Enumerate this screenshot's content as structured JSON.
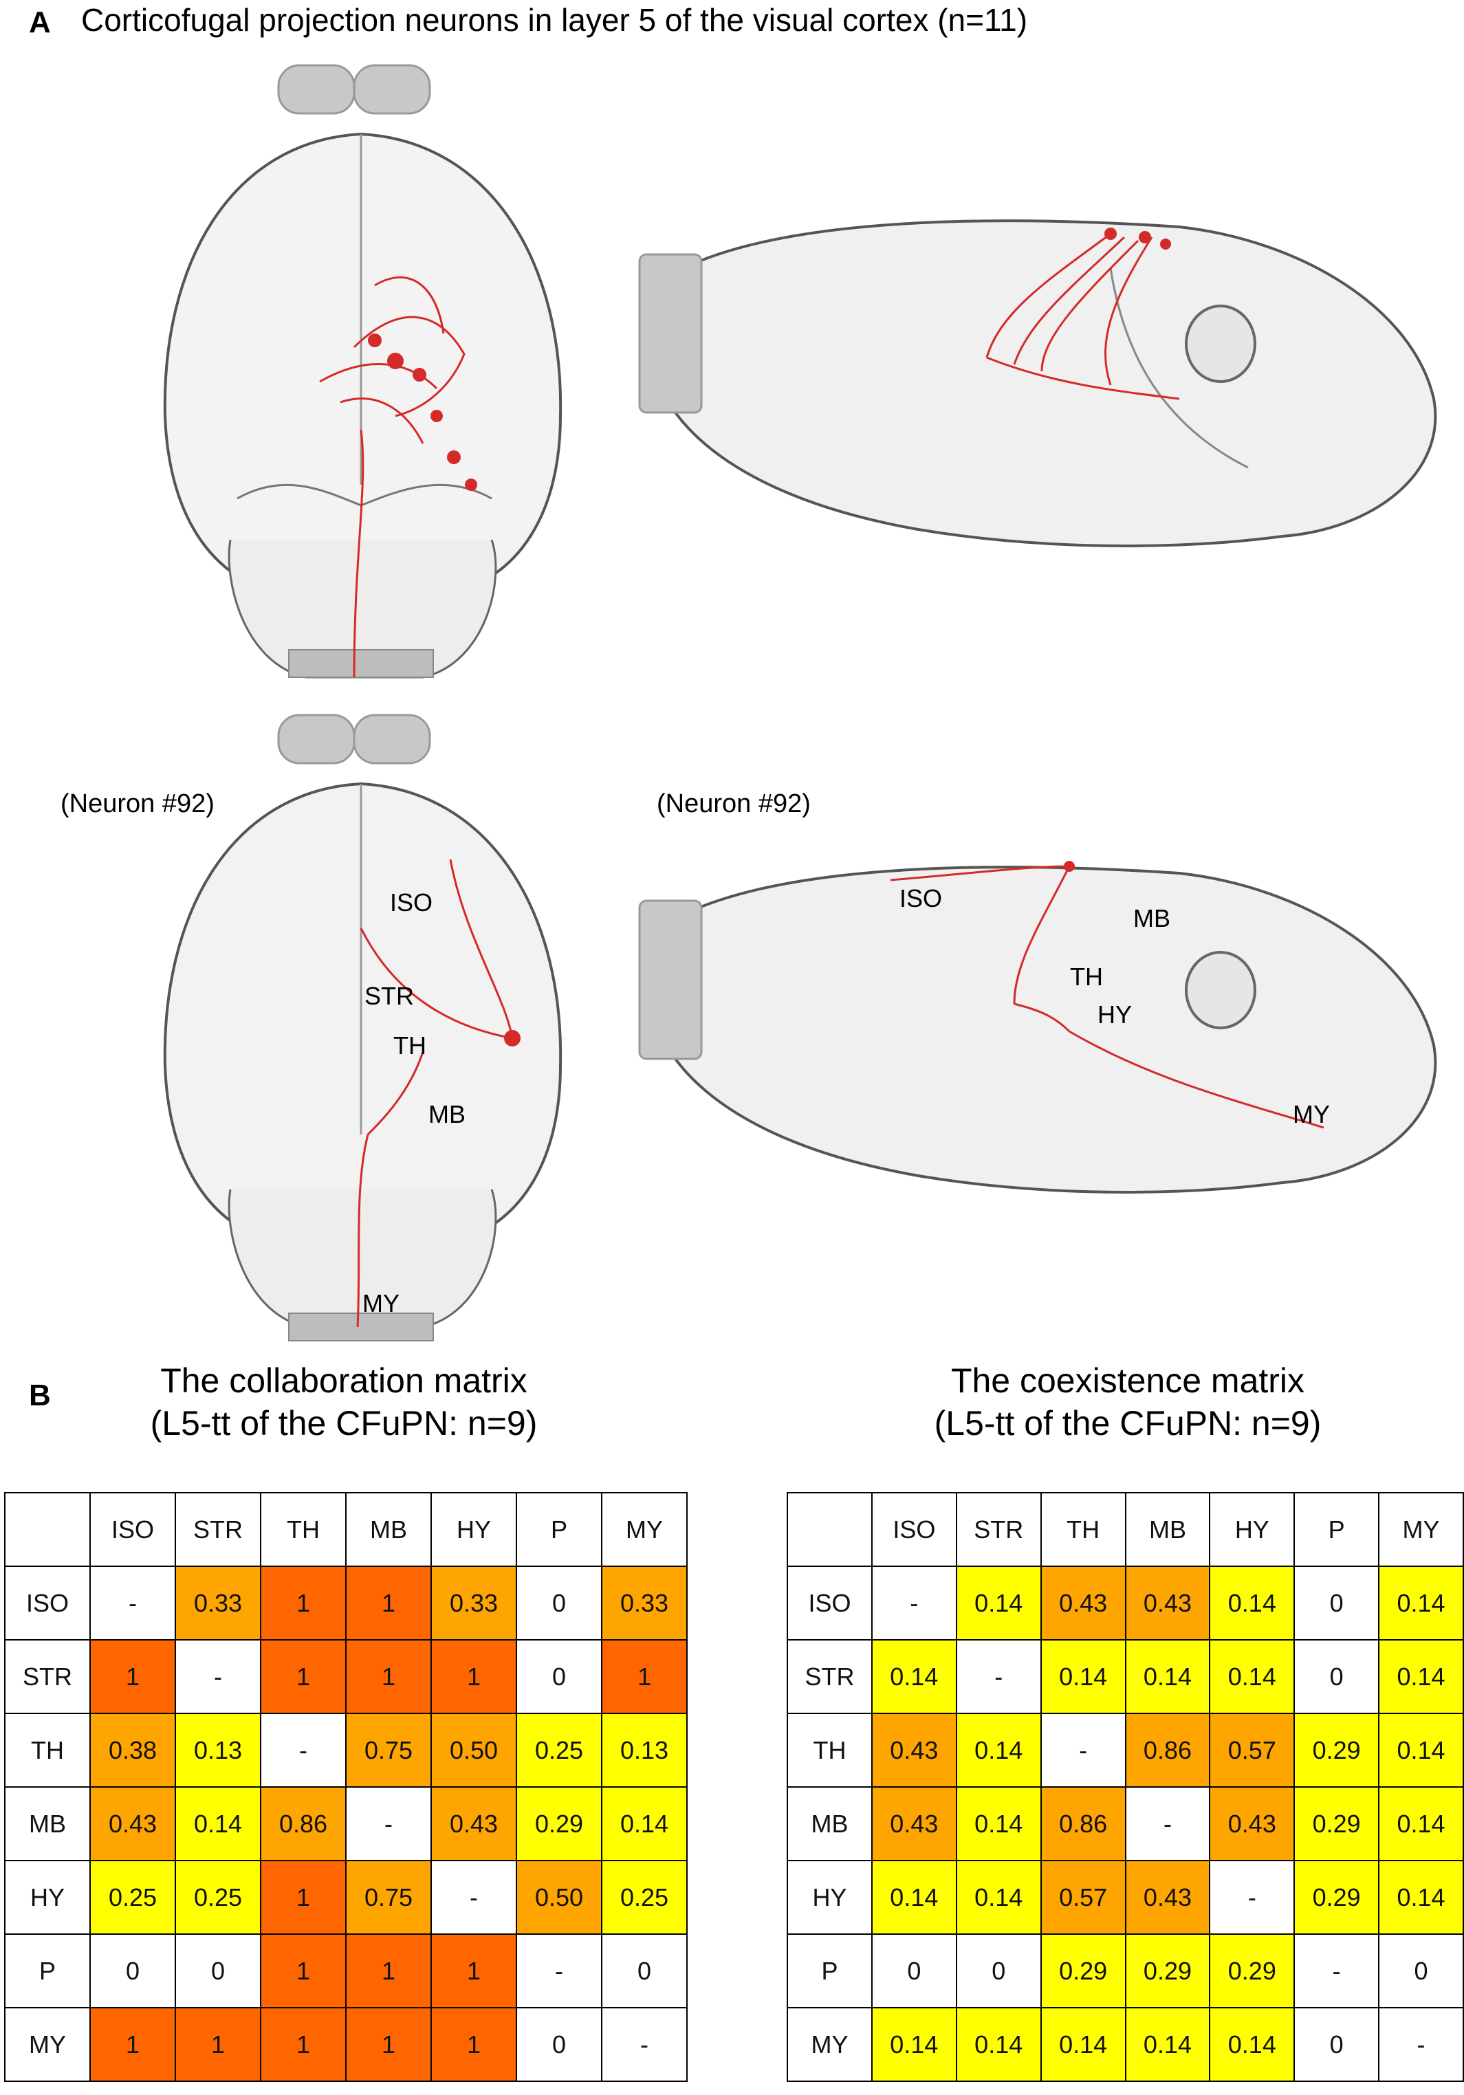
{
  "panel_a": {
    "letter": "A",
    "caption": "Corticofugal projection neurons in layer 5 of the visual cortex (n=11)",
    "neuron_label_left": "(Neuron #92)",
    "neuron_label_right": "(Neuron #92)",
    "dorsal_labels": [
      "ISO",
      "STR",
      "TH",
      "MB",
      "MY"
    ],
    "lateral_labels": [
      "ISO",
      "MB",
      "TH",
      "HY",
      "MY"
    ]
  },
  "panel_b": {
    "letter": "B",
    "collaboration": {
      "title_line1": "The collaboration matrix",
      "title_line2": "(L5-tt of the CFuPN: n=9)",
      "headers": [
        "",
        "ISO",
        "STR",
        "TH",
        "MB",
        "HY",
        "P",
        "MY"
      ],
      "rows": [
        {
          "label": "ISO",
          "cells": [
            [
              "-",
              "w"
            ],
            [
              "0.33",
              "o"
            ],
            [
              "1",
              "r"
            ],
            [
              "1",
              "r"
            ],
            [
              "0.33",
              "o"
            ],
            [
              "0",
              "w"
            ],
            [
              "0.33",
              "o"
            ]
          ]
        },
        {
          "label": "STR",
          "cells": [
            [
              "1",
              "r"
            ],
            [
              "-",
              "w"
            ],
            [
              "1",
              "r"
            ],
            [
              "1",
              "r"
            ],
            [
              "1",
              "r"
            ],
            [
              "0",
              "w"
            ],
            [
              "1",
              "r"
            ]
          ]
        },
        {
          "label": "TH",
          "cells": [
            [
              "0.38",
              "o"
            ],
            [
              "0.13",
              "y"
            ],
            [
              "-",
              "w"
            ],
            [
              "0.75",
              "o"
            ],
            [
              "0.50",
              "o"
            ],
            [
              "0.25",
              "y"
            ],
            [
              "0.13",
              "y"
            ]
          ]
        },
        {
          "label": "MB",
          "cells": [
            [
              "0.43",
              "o"
            ],
            [
              "0.14",
              "y"
            ],
            [
              "0.86",
              "o"
            ],
            [
              "-",
              "w"
            ],
            [
              "0.43",
              "o"
            ],
            [
              "0.29",
              "y"
            ],
            [
              "0.14",
              "y"
            ]
          ]
        },
        {
          "label": "HY",
          "cells": [
            [
              "0.25",
              "y"
            ],
            [
              "0.25",
              "y"
            ],
            [
              "1",
              "r"
            ],
            [
              "0.75",
              "o"
            ],
            [
              "-",
              "w"
            ],
            [
              "0.50",
              "o"
            ],
            [
              "0.25",
              "y"
            ]
          ]
        },
        {
          "label": "P",
          "cells": [
            [
              "0",
              "w"
            ],
            [
              "0",
              "w"
            ],
            [
              "1",
              "r"
            ],
            [
              "1",
              "r"
            ],
            [
              "1",
              "r"
            ],
            [
              "-",
              "w"
            ],
            [
              "0",
              "w"
            ]
          ]
        },
        {
          "label": "MY",
          "cells": [
            [
              "1",
              "r"
            ],
            [
              "1",
              "r"
            ],
            [
              "1",
              "r"
            ],
            [
              "1",
              "r"
            ],
            [
              "1",
              "r"
            ],
            [
              "0",
              "w"
            ],
            [
              "-",
              "w"
            ]
          ]
        }
      ]
    },
    "coexistence": {
      "title_line1": "The coexistence matrix",
      "title_line2": "(L5-tt of the CFuPN: n=9)",
      "headers": [
        "",
        "ISO",
        "STR",
        "TH",
        "MB",
        "HY",
        "P",
        "MY"
      ],
      "rows": [
        {
          "label": "ISO",
          "cells": [
            [
              "-",
              "w"
            ],
            [
              "0.14",
              "y"
            ],
            [
              "0.43",
              "o"
            ],
            [
              "0.43",
              "o"
            ],
            [
              "0.14",
              "y"
            ],
            [
              "0",
              "w"
            ],
            [
              "0.14",
              "y"
            ]
          ]
        },
        {
          "label": "STR",
          "cells": [
            [
              "0.14",
              "y"
            ],
            [
              "-",
              "w"
            ],
            [
              "0.14",
              "y"
            ],
            [
              "0.14",
              "y"
            ],
            [
              "0.14",
              "y"
            ],
            [
              "0",
              "w"
            ],
            [
              "0.14",
              "y"
            ]
          ]
        },
        {
          "label": "TH",
          "cells": [
            [
              "0.43",
              "o"
            ],
            [
              "0.14",
              "y"
            ],
            [
              "-",
              "w"
            ],
            [
              "0.86",
              "o"
            ],
            [
              "0.57",
              "o"
            ],
            [
              "0.29",
              "y"
            ],
            [
              "0.14",
              "y"
            ]
          ]
        },
        {
          "label": "MB",
          "cells": [
            [
              "0.43",
              "o"
            ],
            [
              "0.14",
              "y"
            ],
            [
              "0.86",
              "o"
            ],
            [
              "-",
              "w"
            ],
            [
              "0.43",
              "o"
            ],
            [
              "0.29",
              "y"
            ],
            [
              "0.14",
              "y"
            ]
          ]
        },
        {
          "label": "HY",
          "cells": [
            [
              "0.14",
              "y"
            ],
            [
              "0.14",
              "y"
            ],
            [
              "0.57",
              "o"
            ],
            [
              "0.43",
              "o"
            ],
            [
              "-",
              "w"
            ],
            [
              "0.29",
              "y"
            ],
            [
              "0.14",
              "y"
            ]
          ]
        },
        {
          "label": "P",
          "cells": [
            [
              "0",
              "w"
            ],
            [
              "0",
              "w"
            ],
            [
              "0.29",
              "y"
            ],
            [
              "0.29",
              "y"
            ],
            [
              "0.29",
              "y"
            ],
            [
              "-",
              "w"
            ],
            [
              "0",
              "w"
            ]
          ]
        },
        {
          "label": "MY",
          "cells": [
            [
              "0.14",
              "y"
            ],
            [
              "0.14",
              "y"
            ],
            [
              "0.14",
              "y"
            ],
            [
              "0.14",
              "y"
            ],
            [
              "0.14",
              "y"
            ],
            [
              "0",
              "w"
            ],
            [
              "-",
              "w"
            ]
          ]
        }
      ]
    }
  },
  "colors": {
    "white": "#ffffff",
    "yellow": "#ffff00",
    "orange": "#ffa500",
    "dark_orange": "#ff6600",
    "neuron_red": "#d42a2a"
  }
}
